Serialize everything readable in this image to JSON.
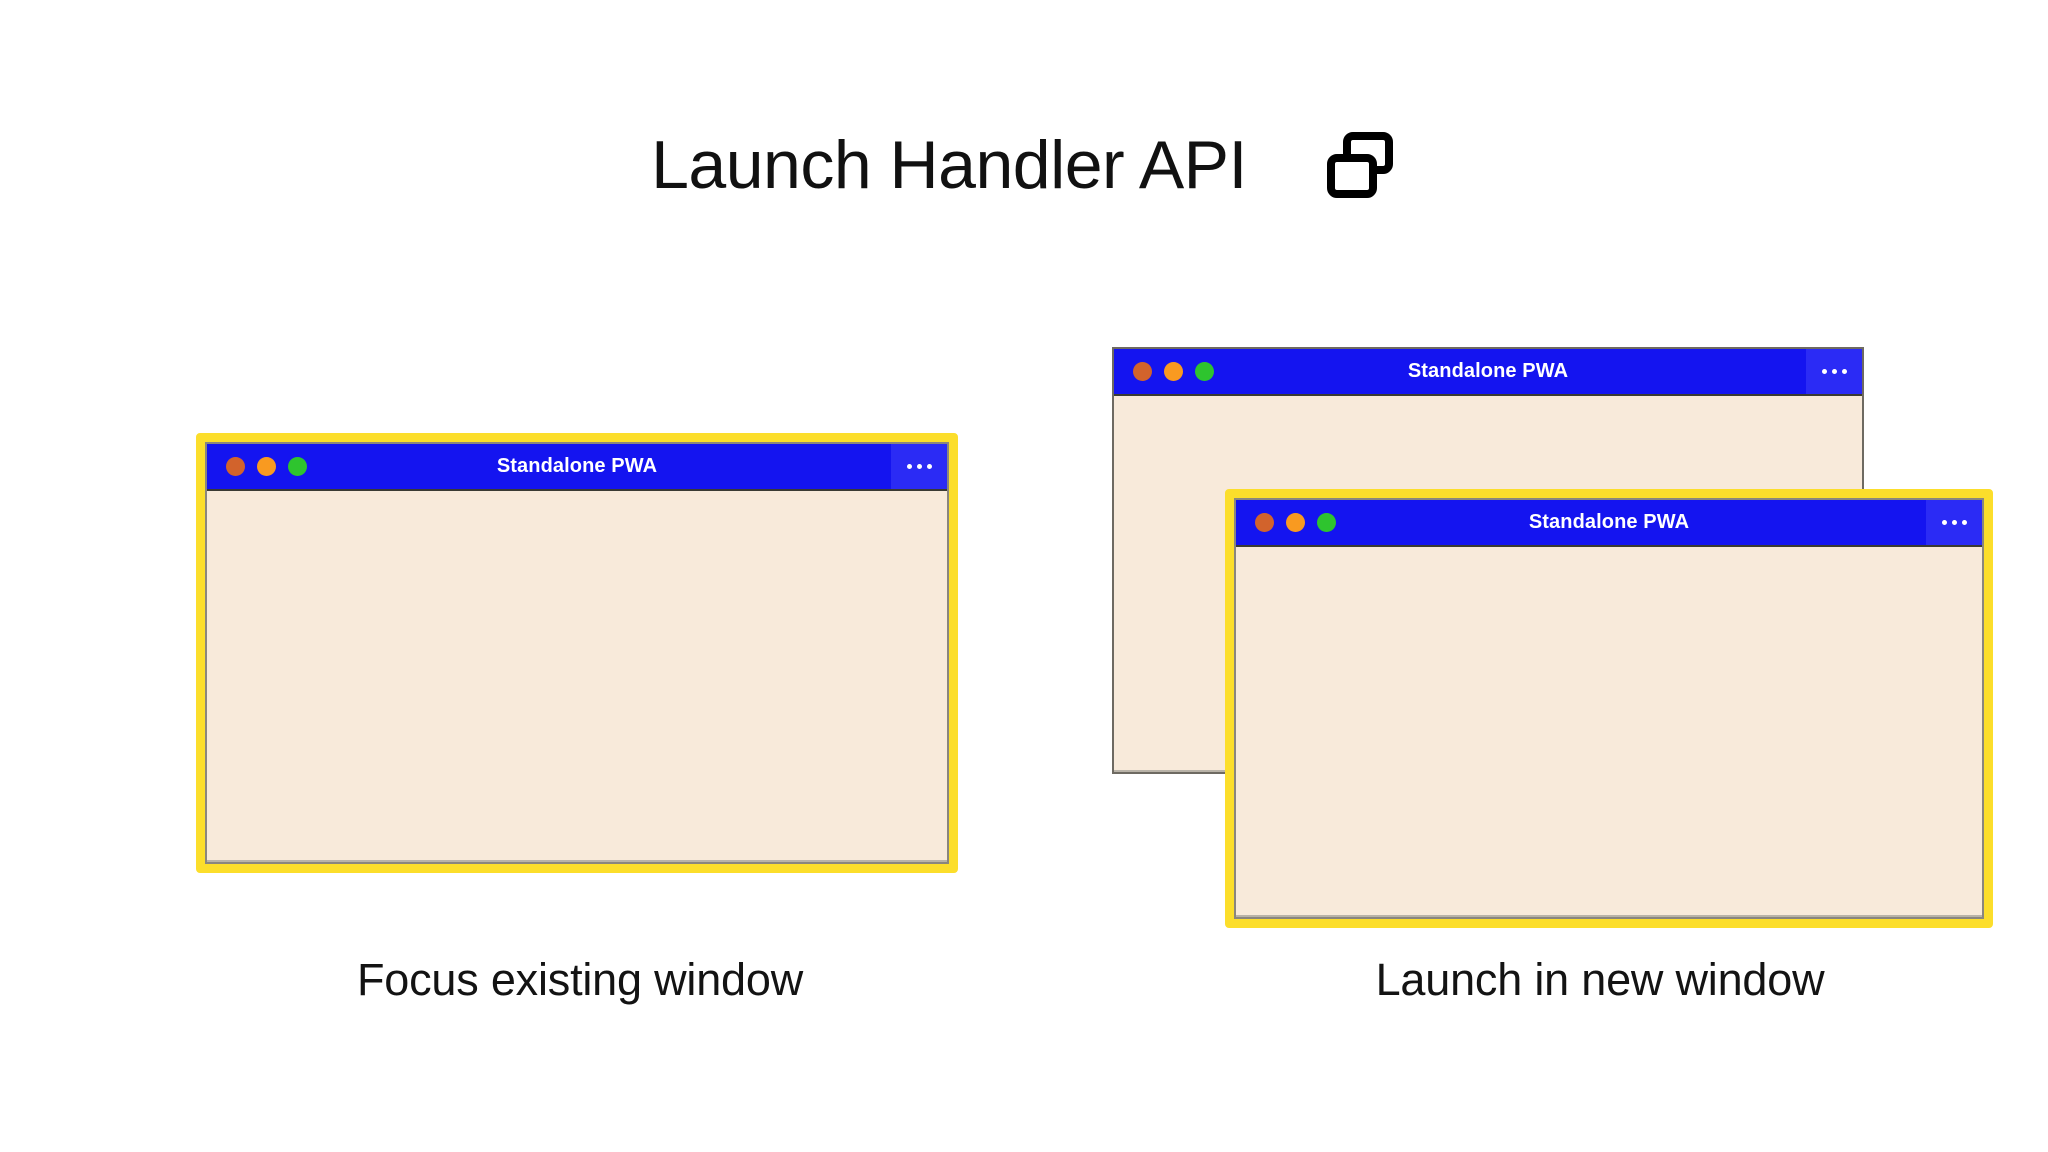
{
  "page": {
    "title": "Launch Handler API",
    "title_icon": "multi-window-icon",
    "background": "#FFFFFF"
  },
  "colors": {
    "titlebar_blue": "#1414F0",
    "menu_blue": "#2B2BF5",
    "window_body_cream": "#F8EADA",
    "focus_border_yellow": "#FCDE2B",
    "window_border_gray": "#6E6A62",
    "dot_close": "#D2632C",
    "dot_minimize": "#F99A20",
    "dot_maximize": "#2EC42E",
    "text_dark": "#131313",
    "titlebar_text": "#FFFFFF"
  },
  "scenarios": [
    {
      "id": "focus-existing-window",
      "caption": "Focus existing window",
      "windows": [
        {
          "id": "window-left",
          "title": "Standalone PWA",
          "focused": true,
          "menu_icon": "overflow-menu-icon",
          "controls": [
            "close-dot",
            "minimize-dot",
            "maximize-dot"
          ]
        }
      ]
    },
    {
      "id": "launch-in-new-window",
      "caption": "Launch in new window",
      "windows": [
        {
          "id": "window-right-back",
          "title": "Standalone PWA",
          "focused": false,
          "menu_icon": "overflow-menu-icon",
          "controls": [
            "close-dot",
            "minimize-dot",
            "maximize-dot"
          ]
        },
        {
          "id": "window-right-front",
          "title": "Standalone PWA",
          "focused": true,
          "menu_icon": "overflow-menu-icon",
          "controls": [
            "close-dot",
            "minimize-dot",
            "maximize-dot"
          ]
        }
      ]
    }
  ]
}
